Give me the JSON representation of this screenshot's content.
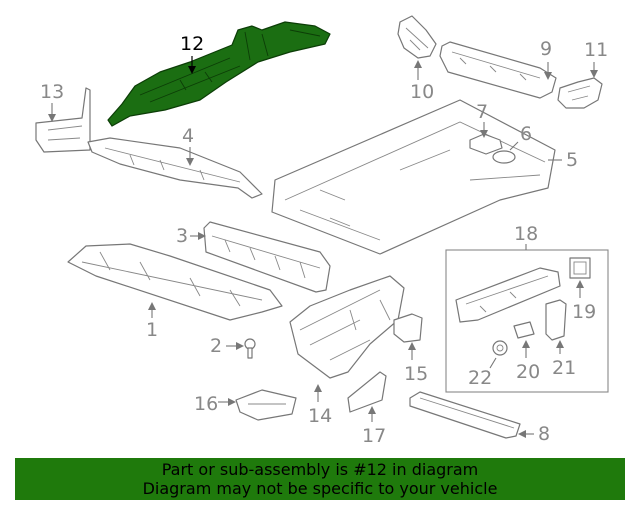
{
  "diagram": {
    "highlighted_part": "12",
    "callouts": [
      "1",
      "2",
      "3",
      "4",
      "5",
      "6",
      "7",
      "8",
      "9",
      "10",
      "11",
      "12",
      "13",
      "14",
      "15",
      "16",
      "17",
      "18",
      "19",
      "20",
      "21",
      "22"
    ]
  },
  "banner": {
    "line1": "Part or sub-assembly is #12 in diagram",
    "line2": "Diagram may not be specific to your vehicle"
  },
  "colors": {
    "highlight": "#1b6e12",
    "banner_bg": "#1f7a0c",
    "line": "#777777",
    "label": "#888888"
  }
}
